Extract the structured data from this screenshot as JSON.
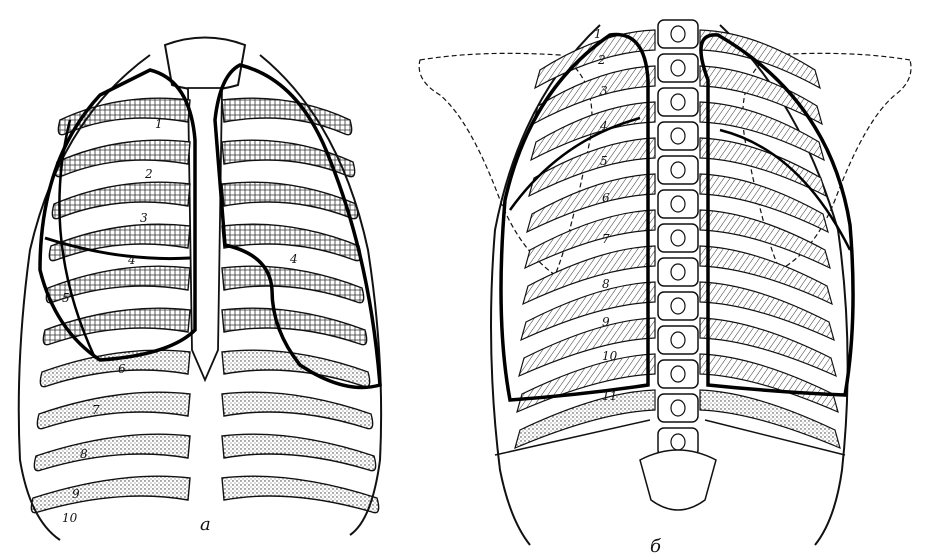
{
  "figure_a": {
    "caption": "а",
    "rib_numbers": [
      "1",
      "2",
      "3",
      "4",
      "5",
      "6",
      "7",
      "8",
      "9",
      "10"
    ],
    "left_lung_border_mark": "4"
  },
  "figure_b": {
    "caption": "б",
    "rib_numbers": [
      "1",
      "2",
      "3",
      "4",
      "5",
      "6",
      "7",
      "8",
      "9",
      "10",
      "11"
    ]
  },
  "colors": {
    "ink": "#111111",
    "background": "#ffffff"
  }
}
